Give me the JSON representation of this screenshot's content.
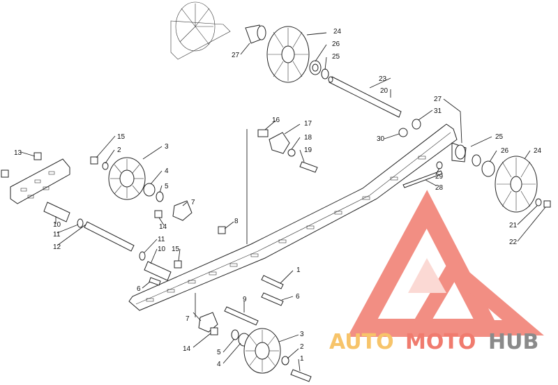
{
  "watermark": {
    "word_part1": "AUTO",
    "word_part2": "MOTO",
    "word_part3": "HUB",
    "color_primary": "#f07b6e",
    "color_secondary": "#f7c46a",
    "color_tertiary": "#8a8a8a"
  },
  "labels": {
    "l24a": "24",
    "l26a": "26",
    "l25a": "25",
    "l27a": "27",
    "l23": "23",
    "l20": "20",
    "l27b": "27",
    "l31": "31",
    "l16": "16",
    "l17": "17",
    "l18": "18",
    "l19": "19",
    "l30": "30",
    "l25b": "25",
    "l26b": "26",
    "l24b": "24",
    "l29": "29",
    "l28": "28",
    "l21": "21",
    "l22": "22",
    "l15a": "15",
    "l2a": "2",
    "l3a": "3",
    "l4a": "4",
    "l5a": "5",
    "l13": "13",
    "l7a": "7",
    "l14a": "14",
    "l8": "8",
    "l10a": "10",
    "l11a": "11",
    "l12": "12",
    "l11b": "11",
    "l10b": "10",
    "l15b": "15",
    "l1a": "1",
    "l6a": "6",
    "l6b": "6",
    "l9": "9",
    "l7b": "7",
    "l14b": "14",
    "l5b": "5",
    "l4b": "4",
    "l3b": "3",
    "l2b": "2",
    "l1b": "1"
  }
}
